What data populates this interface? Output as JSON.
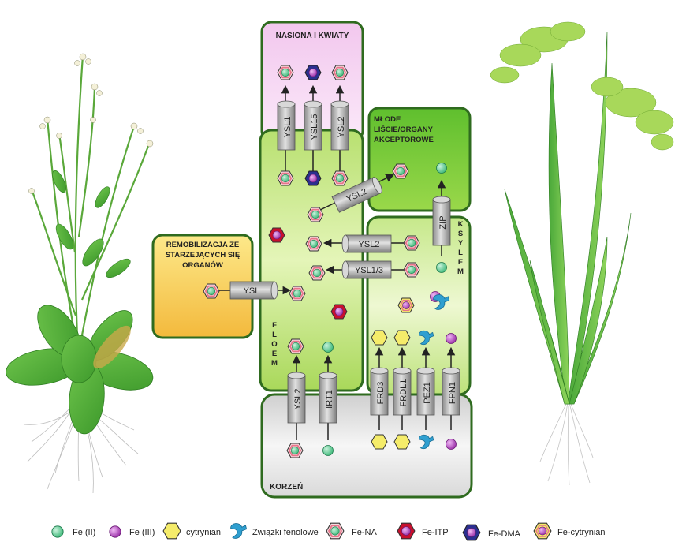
{
  "compartments": {
    "seeds": "NASIONA I KWIATY",
    "young_leaves": [
      "MŁODE",
      "LIŚCIE/ORGANY",
      "AKCEPTOROWE"
    ],
    "remob": [
      "REMOBILIZACJA ZE",
      "STARZEJĄCYCH SIĘ",
      "ORGANÓW"
    ],
    "root": "KORZEŃ",
    "phloem_letters": [
      "F",
      "L",
      "O",
      "E",
      "M"
    ],
    "xylem_letters": [
      "K",
      "S",
      "Y",
      "L",
      "E",
      "M"
    ]
  },
  "transporters": {
    "ysl1": "YSL1",
    "ysl15": "YSL15",
    "ysl2_top": "YSL2",
    "ysl2_diag": "YSL2",
    "zip": "ZIP",
    "ysl2_mid": "YSL2",
    "ysl13": "YSL1/3",
    "ysl_remob": "YSL",
    "ysl2_root": "YSL2",
    "irt1": "IRT1",
    "frd3": "FRD3",
    "frdl1": "FRDL1",
    "pez1": "PEZ1",
    "fpn1": "FPN1"
  },
  "legend": {
    "fe2": "Fe (II)",
    "fe3": "Fe (III)",
    "citrate": "cytrynian",
    "phenolic": "Związki fenolowe",
    "fena": "Fe-NA",
    "feitp": "Fe-ITP",
    "fedma": "Fe-DMA",
    "fecit": "Fe-cytrynian"
  },
  "colors": {
    "fe2": "#3cb878",
    "fe3": "#a23bb0",
    "citrate": "#f5ec6a",
    "phenolic": "#2f9fd0",
    "na_ring": "#e8758a",
    "itp_ring": "#c8102e",
    "dma_ring": "#2b2f8f"
  }
}
